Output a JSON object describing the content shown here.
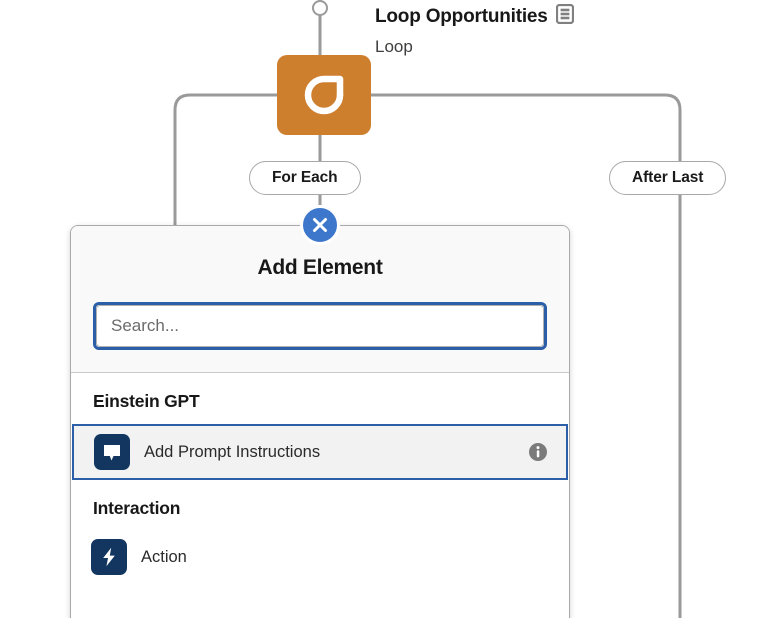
{
  "canvas": {
    "start_node": {
      "icon": "start-circle-icon"
    },
    "loop_node": {
      "title": "Loop Opportunities",
      "subtitle": "Loop",
      "icon": "loop-refresh-icon",
      "notes_icon": "notes-list-icon",
      "color": "#ce7f2e"
    },
    "branches": [
      {
        "label": "For Each",
        "name": "for-each"
      },
      {
        "label": "After Last",
        "name": "after-last"
      }
    ],
    "connector_color": "#9a9a9a"
  },
  "close_button": {
    "icon": "close-x-icon",
    "aria_label": "Close",
    "color": "#3d77cc"
  },
  "panel": {
    "title": "Add Element",
    "search": {
      "placeholder": "Search...",
      "value": "",
      "focus_color": "#2b5fa8"
    },
    "sections": [
      {
        "header": "Einstein GPT",
        "items": [
          {
            "label": "Add Prompt Instructions",
            "icon": "prompt-chat-bubble-icon",
            "icon_color": "#12365f",
            "selected": true,
            "info_icon": "info-circle-icon"
          }
        ]
      },
      {
        "header": "Interaction",
        "items": [
          {
            "label": "Action",
            "icon": "lightning-bolt-icon",
            "icon_color": "#12365f",
            "selected": false,
            "info_icon": ""
          }
        ]
      }
    ]
  }
}
